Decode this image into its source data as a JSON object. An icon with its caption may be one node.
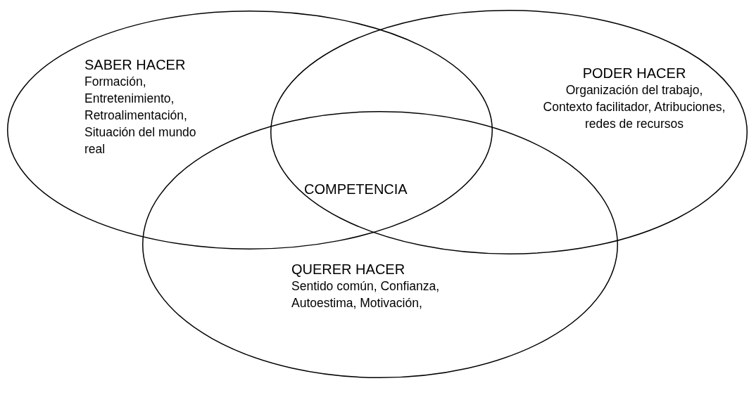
{
  "diagram": {
    "nodes": [
      {
        "text": [
          "SABER HACER",
          "Formación, Entretenimiento, Retroalimentación, Situación del mundo real"
        ]
      },
      {
        "text": [
          "PODER HACER",
          "Organización del trabajo, Contexto facilitador, Atribuciones, redes de recursos"
        ]
      },
      {
        "text": [
          "QUERER HACER",
          "Sentido común, Confianza, Autoestima, Motivación,"
        ]
      }
    ],
    "labels": [
      "COMPETENCIA"
    ]
  }
}
